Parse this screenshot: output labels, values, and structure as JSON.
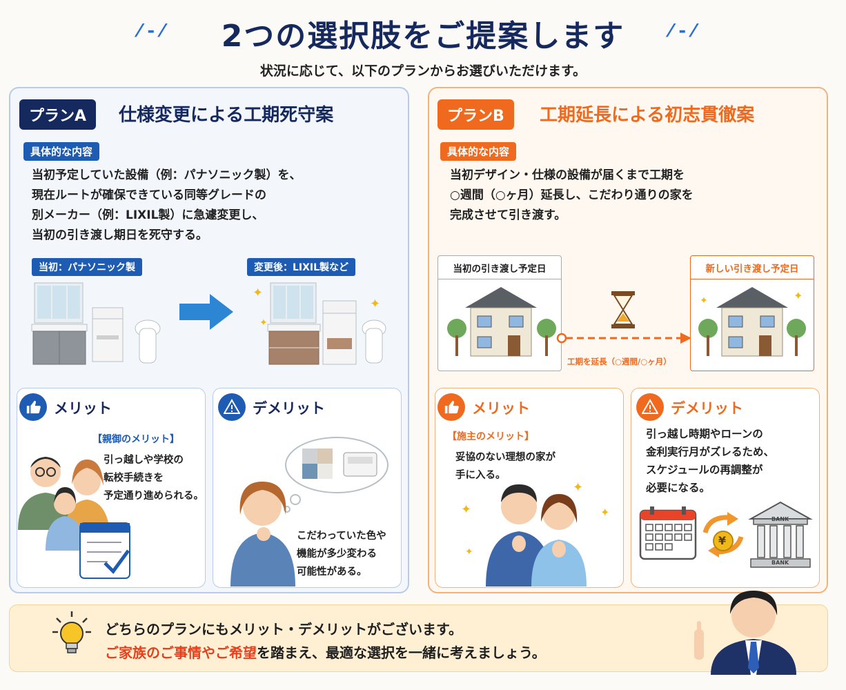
{
  "header": {
    "title": "2つの選択肢をご提案します",
    "subtitle": "状況に応じて、以下のプランからお選びいただけます。"
  },
  "plan_a": {
    "tag": "プランA",
    "title": "仕様変更による工期死守案",
    "detail_label": "具体的な内容",
    "detail_lines": [
      "当初予定していた設備（例：パナソニック製）を、",
      "現在ルートが確保できている同等グレードの",
      "別メーカー（例：LIXIL製）に急遽変更し、",
      "当初の引き渡し期日を死守する。"
    ],
    "before_label": "当初：パナソニック製",
    "after_label": "変更後：LIXIL製など",
    "merit": {
      "heading": "メリット",
      "bracket": "【親御のメリット】",
      "lines": [
        "引っ越しや学校の",
        "転校手続きを",
        "予定通り進められる。"
      ]
    },
    "demerit": {
      "heading": "デメリット",
      "lines": [
        "こだわっていた色や",
        "機能が多少変わる",
        "可能性がある。"
      ]
    }
  },
  "plan_b": {
    "tag": "プランB",
    "title": "工期延長による初志貫徹案",
    "detail_label": "具体的な内容",
    "detail_lines": [
      "当初デザイン・仕様の設備が届くまで工期を",
      "○週間（○ヶ月）延長し、こだわり通りの家を",
      "完成させて引き渡す。"
    ],
    "original_date_label": "当初の引き渡し予定日",
    "new_date_label": "新しい引き渡し予定日",
    "extend_label": "工期を延長（○週間/○ヶ月）",
    "merit": {
      "heading": "メリット",
      "bracket": "【施主のメリット】",
      "lines": [
        "妥協のない理想の家が",
        "手に入る。"
      ]
    },
    "demerit": {
      "heading": "デメリット",
      "lines": [
        "引っ越し時期やローンの",
        "金利実行月がズレるため、",
        "スケジュールの再調整が",
        "必要になる。"
      ]
    },
    "bank_text": "BANK",
    "yen": "¥"
  },
  "footer": {
    "line1": "どちらのプランにもメリット・デメリットがございます。",
    "line2_highlight": "ご家族のご事情やご希望",
    "line2_rest": "を踏まえ、最適な選択を一緒に考えましょう。"
  },
  "colors": {
    "navy": "#16295e",
    "blue_accent": "#1e5bb3",
    "orange_accent": "#ef6a1f",
    "highlight_red": "#e8401c"
  },
  "icons": [
    "thumbs-up-icon",
    "warning-icon",
    "lightbulb-icon",
    "hourglass-icon",
    "calendar-icon",
    "bank-icon",
    "sparkle-icon",
    "arrow-right-icon"
  ]
}
